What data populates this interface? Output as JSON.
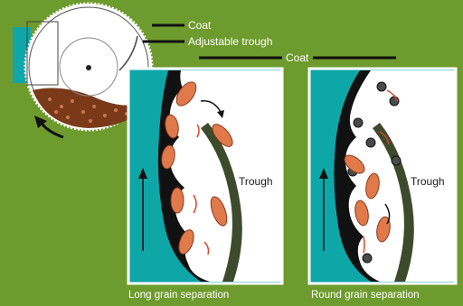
{
  "labels": {
    "coat_top": "Coat",
    "adjustable_trough": "Adjustable trough",
    "coat_center": "Coat",
    "trough_left": "Trough",
    "trough_right": "Trough"
  },
  "captions": {
    "left": "Long grain separation",
    "right": "Round grain separation"
  },
  "colors": {
    "background": "#6e9b2d",
    "teal": "#0fa6a8",
    "drum_coat": "#111111",
    "grain_fill": "#e07a4b",
    "round_grain": "#3a3a3a",
    "trough": "#3d4a2c",
    "arrow_red": "#d8452c"
  }
}
